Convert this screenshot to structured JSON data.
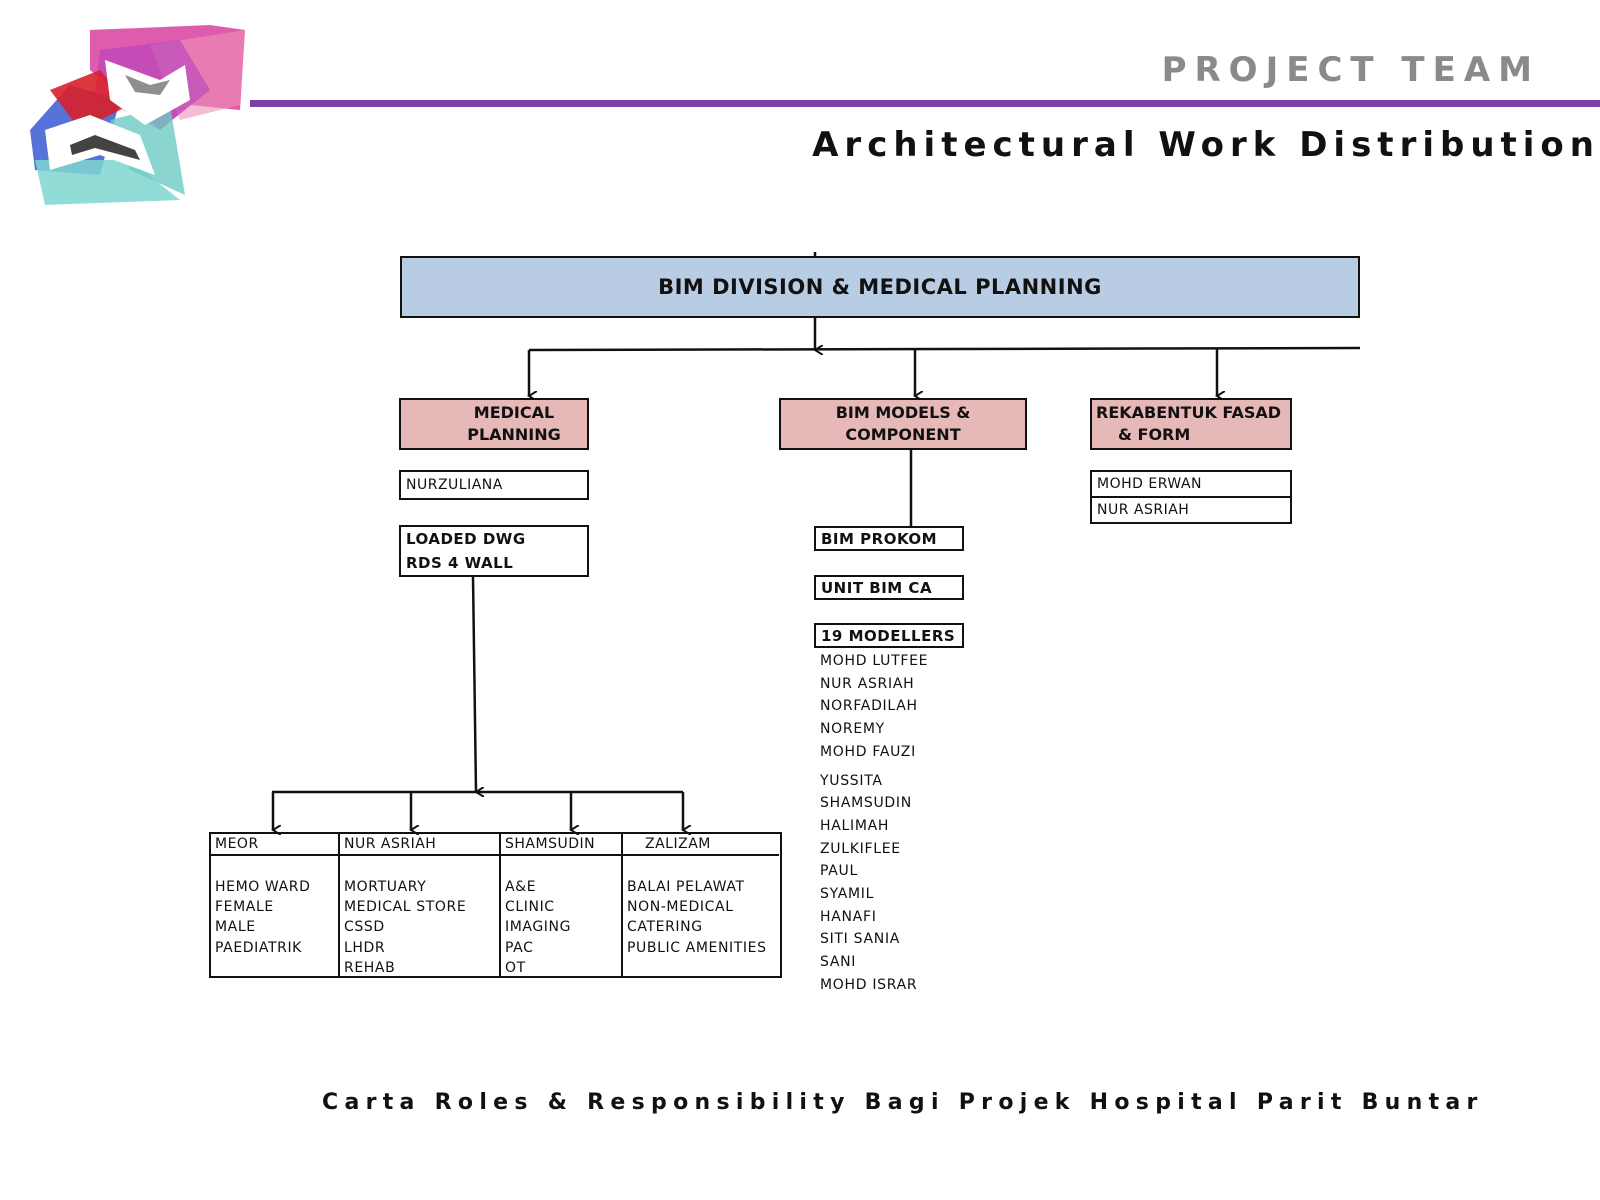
{
  "header": {
    "title": "PROJECT TEAM",
    "subtitle": "Architectural Work Distribution"
  },
  "colors": {
    "accent_rule": "#7f3fa6",
    "top_box": "#b8cce4",
    "dept_box": "#e6b9b8"
  },
  "org": {
    "top": "BIM DIVISION & MEDICAL PLANNING",
    "medical_planning": {
      "title_line1": "MEDICAL",
      "title_line2": "PLANNING",
      "lead": "NURZULIANA",
      "task_line1": "LOADED DWG",
      "task_line2": "RDS 4 WALL",
      "teams": [
        {
          "name": "MEOR",
          "items": [
            "HEMO WARD",
            "FEMALE",
            "MALE",
            "PAEDIATRIK"
          ]
        },
        {
          "name": "NUR ASRIAH",
          "items": [
            "MORTUARY",
            "MEDICAL STORE",
            "CSSD",
            "LHDR",
            "REHAB"
          ]
        },
        {
          "name": "SHAMSUDIN",
          "items": [
            "A&E",
            "CLINIC",
            "IMAGING",
            "PAC",
            "OT"
          ]
        },
        {
          "name": "ZALIZAM",
          "items": [
            "BALAI PELAWAT",
            "NON-MEDICAL",
            "CATERING",
            "PUBLIC AMENITIES"
          ]
        }
      ]
    },
    "bim_models": {
      "title_line1": "BIM MODELS &",
      "title_line2": "COMPONENT",
      "units": [
        "BIM PROKOM",
        "UNIT BIM CA",
        "19 MODELLERS"
      ],
      "modellers_a": [
        "MOHD LUTFEE",
        "NUR ASRIAH",
        "NORFADILAH",
        "NOREMY",
        "MOHD FAUZI"
      ],
      "modellers_b": [
        "YUSSITA",
        "SHAMSUDIN",
        "HALIMAH",
        "ZULKIFLEE",
        "PAUL",
        "SYAMIL",
        "HANAFI",
        "SITI SANIA",
        "SANI",
        "MOHD ISRAR"
      ]
    },
    "rekabentuk": {
      "title_line1": "REKABENTUK FASAD",
      "title_line2": "& FORM",
      "members": [
        "MOHD ERWAN",
        "NUR ASRIAH"
      ]
    }
  },
  "footer": "Carta Roles & Responsibility Bagi Projek Hospital Parit Buntar"
}
